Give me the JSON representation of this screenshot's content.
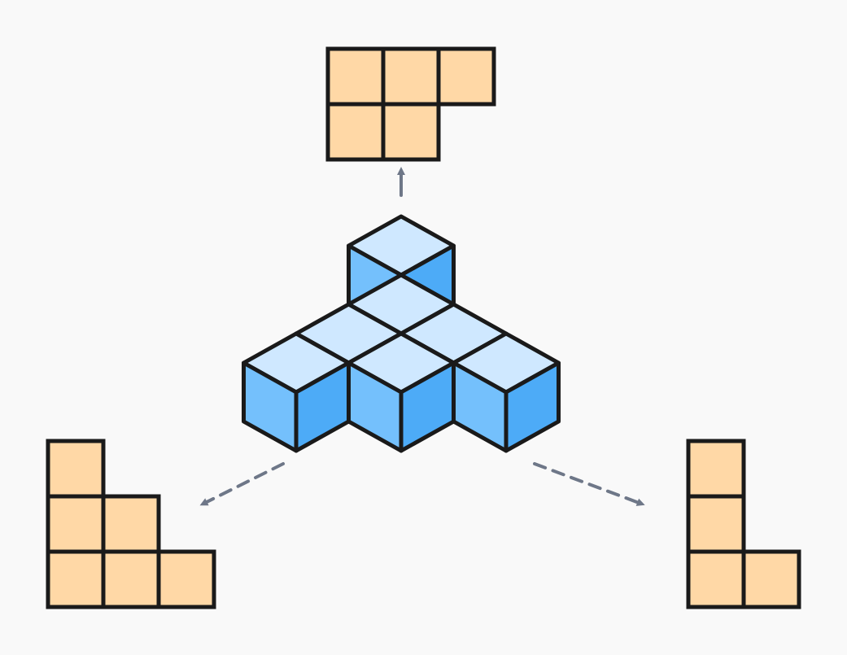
{
  "colors": {
    "background": "#f9f9f9",
    "outline": "#1a1a1a",
    "projection_fill": "#ffd8a6",
    "cube_top": "#cfe8ff",
    "cube_left": "#74c0fc",
    "cube_right": "#4dabf7",
    "arrow": "#6e7788"
  },
  "solid": {
    "description_icon": "isometric-cube-stack",
    "cube_count": 7
  },
  "views": {
    "top": {
      "rows": [
        "XXX",
        "XX."
      ]
    },
    "front": {
      "rows": [
        "X..",
        "XX.",
        "XXX"
      ]
    },
    "side": {
      "rows": [
        "X.",
        "X.",
        "XX"
      ]
    }
  }
}
